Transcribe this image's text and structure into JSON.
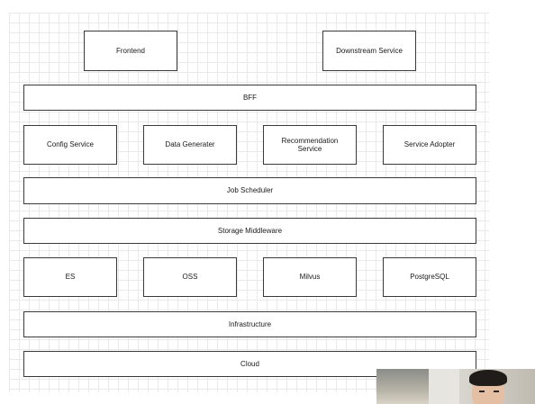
{
  "diagram": {
    "frontend": "Frontend",
    "downstream": "Downstream Service",
    "bff": "BFF",
    "config_service": "Config Service",
    "data_generater": "Data Generater",
    "recommendation_service": "Recommendation Service",
    "service_adopter": "Service Adopter",
    "job_scheduler": "Job Scheduler",
    "storage_middleware": "Storage Middleware",
    "es": "ES",
    "oss": "OSS",
    "milvus": "Milvus",
    "postgresql": "PostgreSQL",
    "infrastructure": "Infrastructure",
    "cloud": "Cloud"
  },
  "colors": {
    "border": "#3a3a3a",
    "grid": "#e9e9e9",
    "background": "#ffffff"
  }
}
